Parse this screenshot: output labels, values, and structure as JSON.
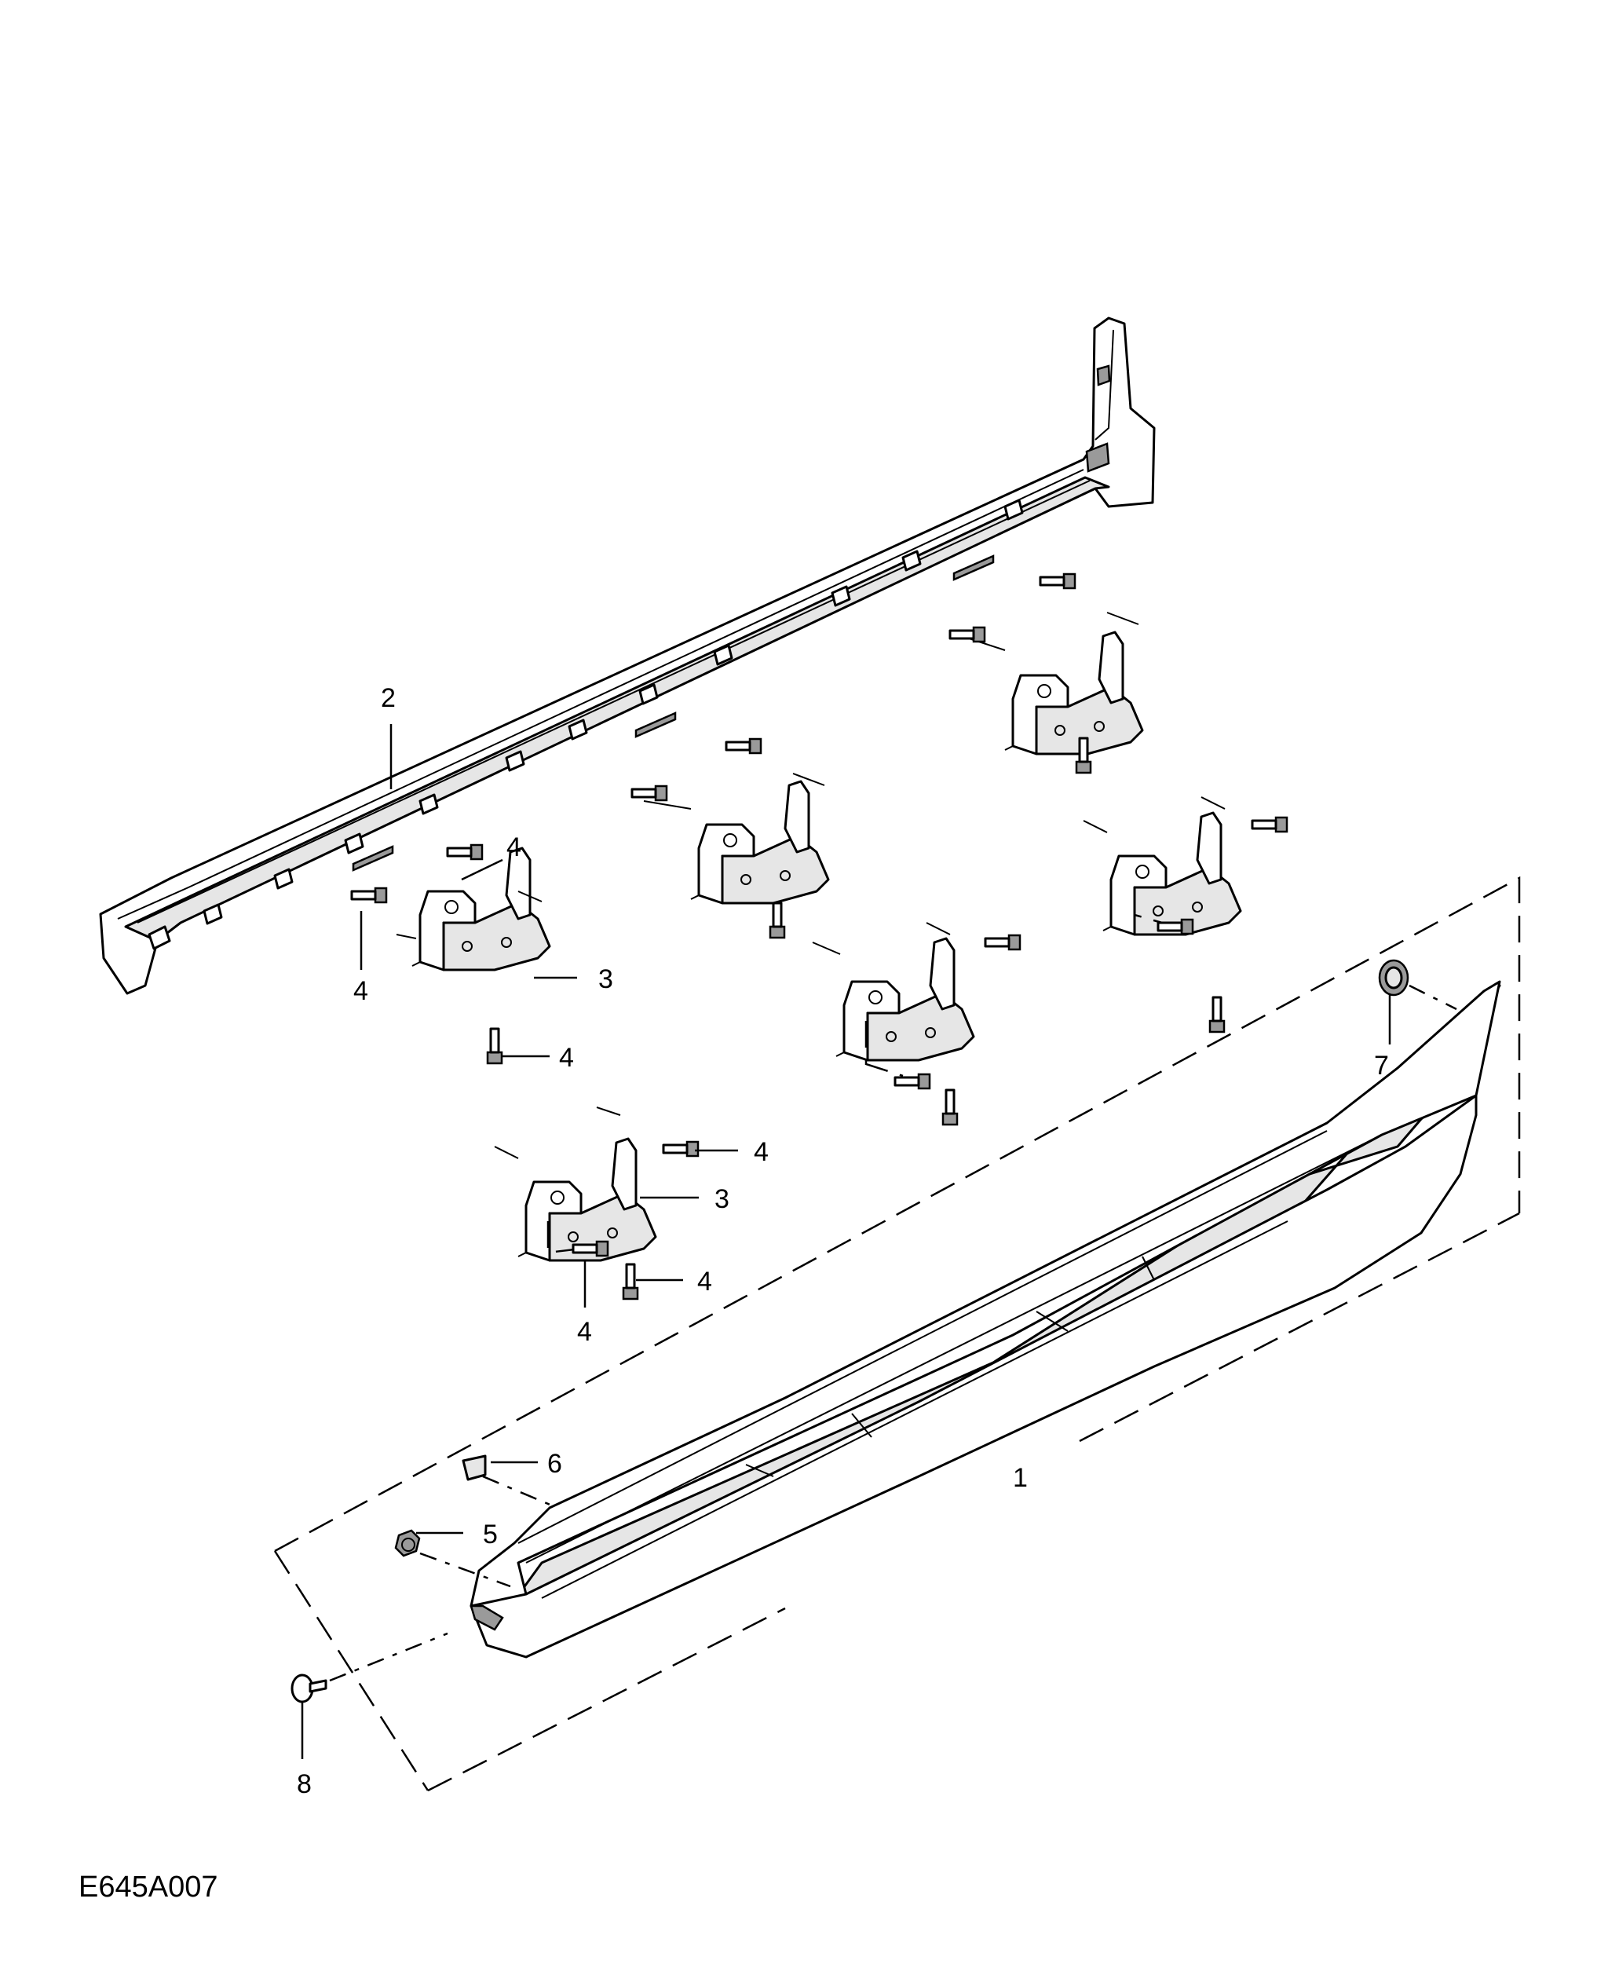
{
  "figure_ref": "E645A007",
  "callouts": {
    "c1": "1",
    "c2": "2",
    "c3a": "3",
    "c3b": "3",
    "c4a": "4",
    "c4b": "4",
    "c4c": "4",
    "c4d": "4",
    "c4e": "4",
    "c4f": "4",
    "c5": "5",
    "c6": "6",
    "c7": "7",
    "c8": "8"
  }
}
